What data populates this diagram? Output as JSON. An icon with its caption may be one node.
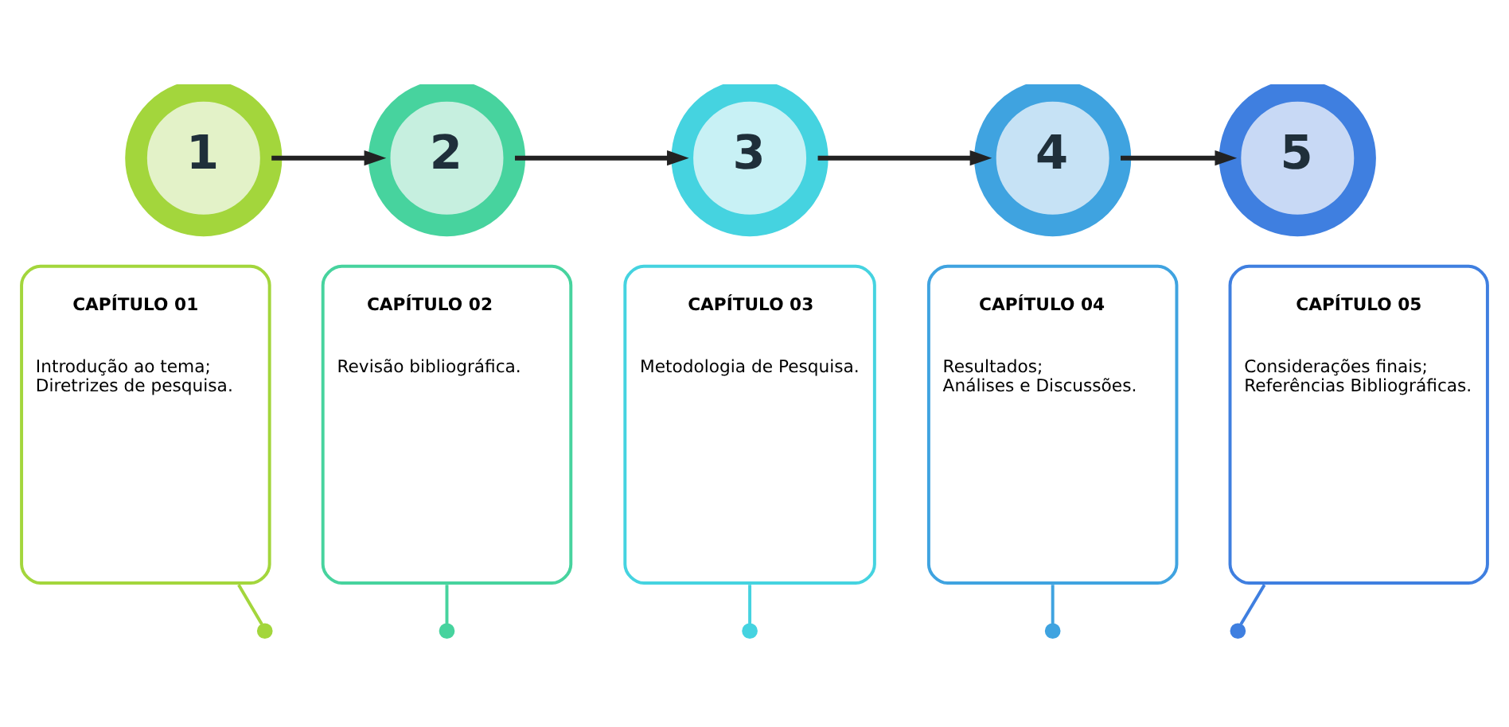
{
  "diagram": {
    "nodes": [
      {
        "text": [
          "1"
        ]
      },
      {
        "text": [
          "2"
        ]
      },
      {
        "text": [
          "3"
        ]
      },
      {
        "text": [
          "4"
        ]
      },
      {
        "text": [
          "5"
        ]
      },
      {
        "text": [
          "CAPÍTULO 01",
          "Introdução ao tema;",
          "Diretrizes de pesquisa."
        ]
      },
      {
        "text": [
          "CAPÍTULO 02",
          "Revisão bibliográfica."
        ]
      },
      {
        "text": [
          "CAPÍTULO 03",
          "Metodologia de Pesquisa."
        ]
      },
      {
        "text": [
          "CAPÍTULO 04",
          "Resultados;",
          "Análises e Discussões."
        ]
      },
      {
        "text": [
          "CAPÍTULO 05",
          "Considerações finais;",
          "Referências Bibliográficas."
        ]
      },
      {
        "text": [],
        "shape": "circle"
      },
      {
        "text": [],
        "shape": "circle"
      },
      {
        "text": [],
        "shape": "circle"
      },
      {
        "text": [],
        "shape": "circle"
      },
      {
        "text": [],
        "shape": "circle"
      }
    ],
    "edges": [
      {
        "from": 0,
        "to": 1,
        "arrow": "to"
      },
      {
        "from": 1,
        "to": 2,
        "arrow": "to"
      },
      {
        "from": 2,
        "to": 3,
        "arrow": "to"
      },
      {
        "from": 3,
        "to": 4,
        "arrow": "to"
      },
      {
        "from": 5,
        "to": 10,
        "arrow": "none",
        "color": "#a3d63c"
      },
      {
        "from": 6,
        "to": 11,
        "arrow": "none",
        "color": "#47d39e"
      },
      {
        "from": 7,
        "to": 12,
        "arrow": "none",
        "color": "#45d3e0"
      },
      {
        "from": 8,
        "to": 13,
        "arrow": "none",
        "color": "#3fa3e0"
      },
      {
        "from": 9,
        "to": 14,
        "arrow": "none",
        "color": "#3f7fe0"
      }
    ]
  }
}
